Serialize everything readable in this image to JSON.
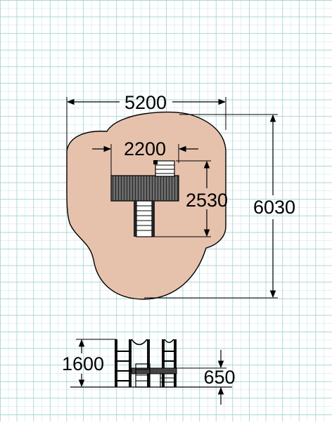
{
  "colors": {
    "background": "#ffffff",
    "grid_minor": "#c6e4e4",
    "grid_major": "#9fd0d0",
    "surface_fill": "#e6c2ad",
    "line": "#000000",
    "deck": "#555555"
  },
  "plan_view": {
    "overall_width_label": "5200",
    "overall_depth_label": "6030",
    "structure_width_label": "2200",
    "structure_depth_label": "2530"
  },
  "elevation_view": {
    "height_label": "1600",
    "platform_height_label": "650"
  }
}
